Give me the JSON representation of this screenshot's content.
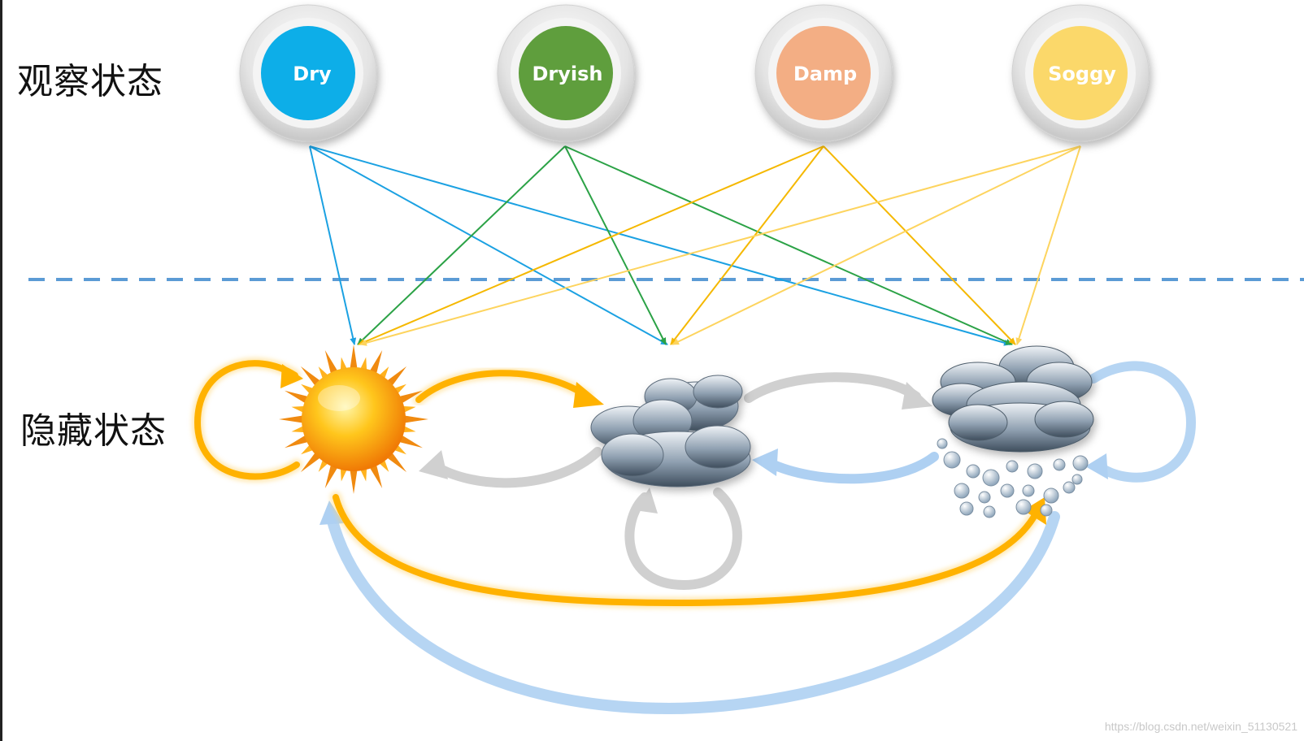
{
  "labels": {
    "observed": "观察状态",
    "hidden": "隐藏状态"
  },
  "observed_states": [
    {
      "name": "Dry",
      "color": "#0aaee8"
    },
    {
      "name": "Dryish",
      "color": "#5e9e3c"
    },
    {
      "name": "Damp",
      "color": "#f3ae84"
    },
    {
      "name": "Soggy",
      "color": "#fbd86a"
    }
  ],
  "hidden_states": [
    {
      "icon": "sun-icon"
    },
    {
      "icon": "cloud-icon"
    },
    {
      "icon": "rain-cloud-icon"
    }
  ],
  "colors": {
    "dry_edges": "#1ba1e2",
    "dryish_edges": "#2ba246",
    "damp_edges": "#f5b800",
    "soggy_edges": "#fdd45e",
    "divider": "#5b9bd5",
    "sun_transitions": "#ffb200",
    "cloud_transitions": "#cccccc",
    "rain_transitions": "#aed0f2"
  },
  "watermark": "https://blog.csdn.net/weixin_51130521"
}
